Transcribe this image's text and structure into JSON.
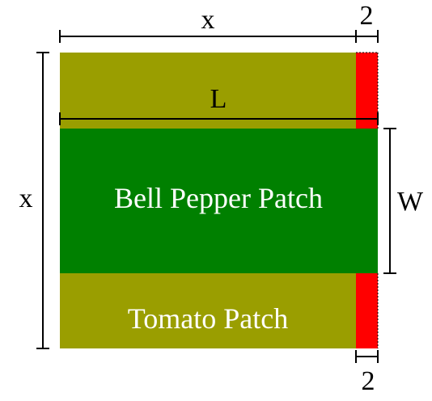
{
  "diagram": {
    "colors": {
      "outer_field": "#9a9e00",
      "bell_pepper_patch": "#008000",
      "added_strip": "#ff0000",
      "text_on_patch": "#ffffff",
      "lines": "#000000"
    },
    "regions": {
      "bell_pepper_label": "Bell Pepper Patch",
      "tomato_label": "Tomato Patch"
    },
    "dimensions": {
      "top_width_label": "x",
      "top_strip_label": "2",
      "left_height_label": "x",
      "inner_length_label": "L",
      "right_width_label": "W",
      "bottom_strip_label": "2"
    }
  }
}
